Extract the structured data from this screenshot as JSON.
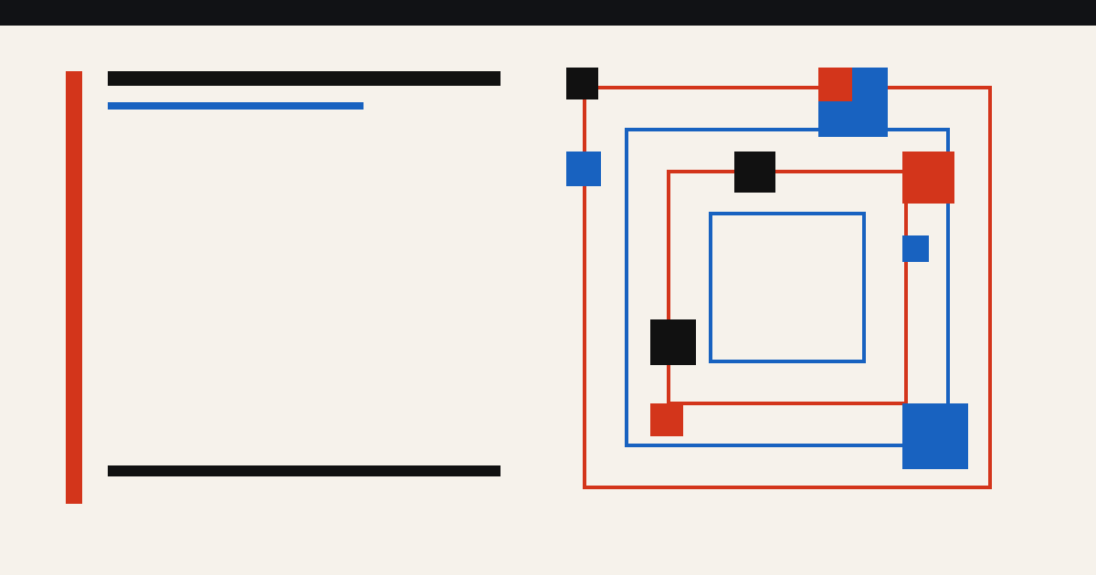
{
  "colors": {
    "background": "#f6f2eb",
    "top_bar": "#111215",
    "red": "#d3351b",
    "blue": "#1862c0",
    "black": "#111111"
  },
  "composition": {
    "frames": [
      {
        "name": "outer-red-frame",
        "color": "red"
      },
      {
        "name": "blue-frame",
        "color": "blue"
      },
      {
        "name": "inner-red-frame",
        "color": "red"
      },
      {
        "name": "innermost-blue-frame",
        "color": "blue"
      }
    ],
    "blocks": [
      {
        "name": "black-block",
        "color": "black"
      },
      {
        "name": "blue-block",
        "color": "blue"
      },
      {
        "name": "red-block",
        "color": "red"
      },
      {
        "name": "black-block",
        "color": "black"
      },
      {
        "name": "red-block",
        "color": "red"
      },
      {
        "name": "blue-block",
        "color": "blue"
      },
      {
        "name": "blue-block",
        "color": "blue"
      },
      {
        "name": "black-block",
        "color": "black"
      },
      {
        "name": "red-block",
        "color": "red"
      },
      {
        "name": "blue-block",
        "color": "blue"
      }
    ]
  }
}
